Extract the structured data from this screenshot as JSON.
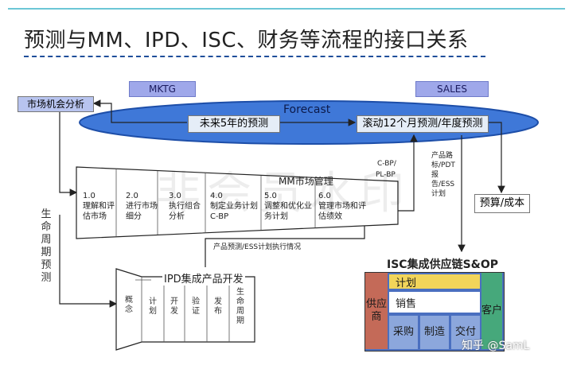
{
  "title": "预测与MM、IPD、ISC、财务等流程的接口关系",
  "tags": {
    "mktg": "MKTG",
    "sales": "SALES"
  },
  "market_opportunity": "市场机会分析",
  "forecast": {
    "label": "Forecast",
    "five_year": "未来5年的预测",
    "rolling": "滚动12个月预测/年度预测"
  },
  "budget_cost": "预算/成本",
  "lifecycle_forecast": "生命周期预测",
  "mm": {
    "title": "MM市场管理",
    "cbp": "C-BP/",
    "plbp": "PL-BP",
    "steps": [
      {
        "num": "1.0",
        "text": "理解和评估市场"
      },
      {
        "num": "2.0",
        "text": "进行市场细分"
      },
      {
        "num": "3.0",
        "text": "执行组合分析"
      },
      {
        "num": "4.0",
        "text": "制定业务计划C-BP"
      },
      {
        "num": "5.0",
        "text": "调整和优化业务计划"
      },
      {
        "num": "6.0",
        "text": "管理市场和评估绩效"
      }
    ]
  },
  "product_outputs": "产品路标/PDT报告/ESS计划",
  "product_forecast_note": "产品预测/ESS计划执行情况",
  "ipd": {
    "title": "IPD集成产品开发",
    "stages": [
      "概念",
      "计划",
      "开发",
      "验证",
      "发布",
      "生命周期"
    ]
  },
  "isc": {
    "title": "ISC集成供应链S&OP",
    "supply": "供应商",
    "plan": "计划",
    "sales": "销售",
    "purchase": "采购",
    "manufacture": "制造",
    "delivery": "交付",
    "customer": "客户"
  },
  "watermark": "非会员水印",
  "credit": "知乎 @SamL",
  "colors": {
    "ellipse": "#2a62c9",
    "ellipse_fill": "#3f78d8",
    "isc_outer": "#4a6fc0",
    "isc_plan": "#f2d55a",
    "isc_sales": "#ffffff",
    "isc_supplier": "#c46a58",
    "isc_customer": "#46a87b",
    "isc_bottom": "#8ca7dc"
  }
}
